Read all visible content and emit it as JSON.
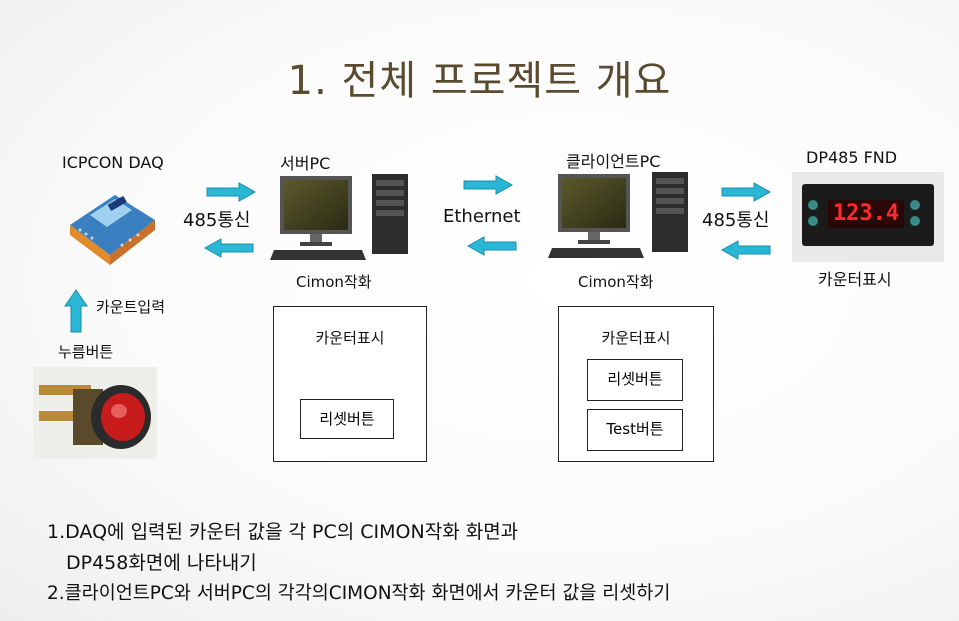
{
  "slide": {
    "title": "1. 전체 프로젝트 개요"
  },
  "diagram": {
    "daq_label": "ICPCON DAQ",
    "server_label": "서버PC",
    "client_label": "클라이언트PC",
    "fnd_label": "DP485 FND",
    "link_left": "485통신",
    "link_middle": "Ethernet",
    "link_right": "485통신",
    "server_app": "Cimon작화",
    "client_app": "Cimon작화",
    "fnd_caption": "카운터표시",
    "fnd_display": "123.4",
    "counter_input": "카운트입력",
    "push_button": "누름버튼",
    "server_panel": {
      "title": "카운터표시",
      "buttons": [
        "리셋버튼"
      ]
    },
    "client_panel": {
      "title": "카운터표시",
      "buttons": [
        "리셋버튼",
        "Test버튼"
      ]
    },
    "arrow_color": "#2ab7d6"
  },
  "notes": {
    "line1": "1.DAQ에 입력된 카운터 값을 각 PC의 CIMON작화 화면과",
    "line1b": "DP458화면에 나타내기",
    "line2": "2.클라이언트PC와 서버PC의 각각의CIMON작화 화면에서 카운터 값을 리셋하기"
  }
}
